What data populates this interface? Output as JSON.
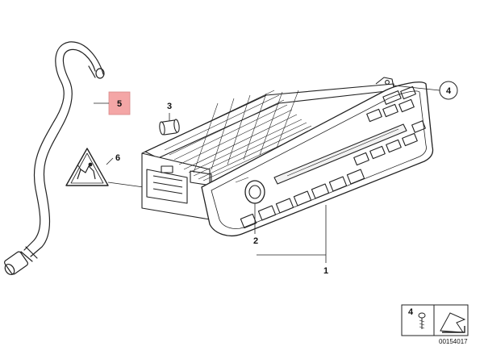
{
  "callouts": {
    "c1": "1",
    "c2": "2",
    "c3": "3",
    "c4": "4",
    "c5": "5",
    "c6": "6"
  },
  "legend": {
    "screw_no": "4",
    "ref_code": "00154017"
  },
  "colors": {
    "line": "#222222",
    "highlight": "#f4a6a6"
  },
  "icons": {
    "warning": "warning-triangle-icon",
    "cursor": "arrow-cursor-icon"
  }
}
